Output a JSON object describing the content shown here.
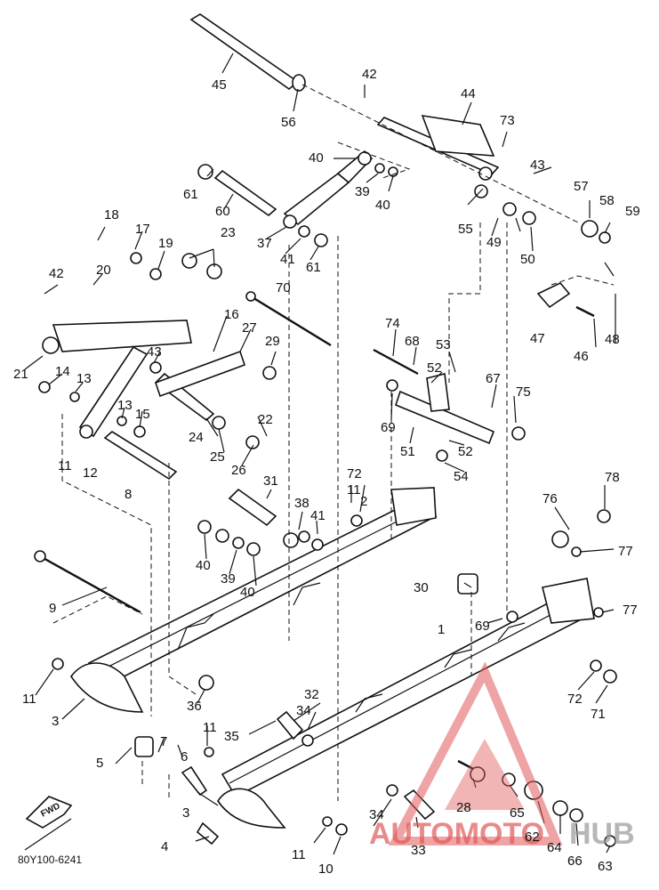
{
  "diagram_code": "80Y100-6241",
  "fwd_label": "FWD",
  "watermark": {
    "text_a": "AUTOMOTO",
    "text_b": "HUB",
    "color": "#e05a5a"
  },
  "part_numbers": [
    "1",
    "2",
    "3",
    "4",
    "5",
    "6",
    "7",
    "8",
    "9",
    "10",
    "11",
    "12",
    "13",
    "14",
    "15",
    "16",
    "17",
    "18",
    "19",
    "20",
    "21",
    "22",
    "23",
    "24",
    "25",
    "26",
    "27",
    "28",
    "29",
    "30",
    "31",
    "32",
    "33",
    "34",
    "35",
    "36",
    "37",
    "38",
    "39",
    "40",
    "41",
    "42",
    "43",
    "44",
    "45",
    "46",
    "47",
    "48",
    "49",
    "50",
    "51",
    "52",
    "53",
    "54",
    "55",
    "56",
    "57",
    "58",
    "59",
    "60",
    "61",
    "62",
    "63",
    "64",
    "65",
    "66",
    "67",
    "68",
    "69",
    "70",
    "71",
    "72",
    "73",
    "74",
    "75",
    "76",
    "77",
    "78"
  ]
}
